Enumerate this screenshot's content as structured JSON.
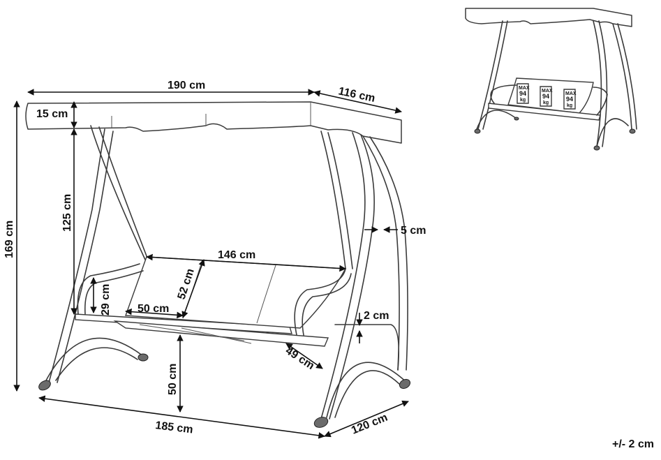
{
  "dimensions": {
    "width": "190 cm",
    "depth": "116 cm",
    "canopy_height": "15 cm",
    "total_height": "169 cm",
    "inner_height": "125 cm",
    "tube_diameter": "5 cm",
    "seat_width": "146 cm",
    "backrest_height": "52 cm",
    "armrest_height": "29 cm",
    "cushion_width": "50 cm",
    "seat_thickness": "2 cm",
    "seat_height": "50 cm",
    "seat_depth": "49 cm",
    "base_width": "185 cm",
    "base_depth": "120 cm"
  },
  "thumbnail": {
    "max_label": "MAX",
    "weight_value": "94",
    "weight_unit": "kg"
  },
  "tolerance": "+/- 2 cm"
}
